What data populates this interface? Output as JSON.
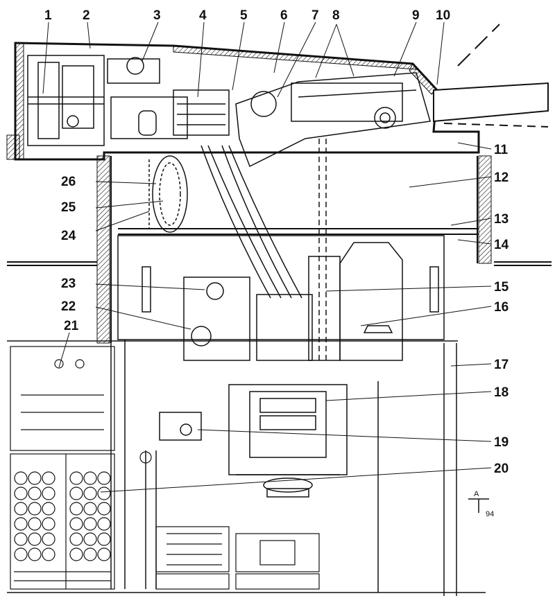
{
  "callouts": [
    "1",
    "2",
    "3",
    "4",
    "5",
    "6",
    "7",
    "8",
    "9",
    "10",
    "11",
    "12",
    "13",
    "14",
    "15",
    "16",
    "17",
    "18",
    "19",
    "20",
    "21",
    "22",
    "23",
    "24",
    "25",
    "26"
  ],
  "signature": {
    "monogram": "A",
    "year": "94"
  }
}
